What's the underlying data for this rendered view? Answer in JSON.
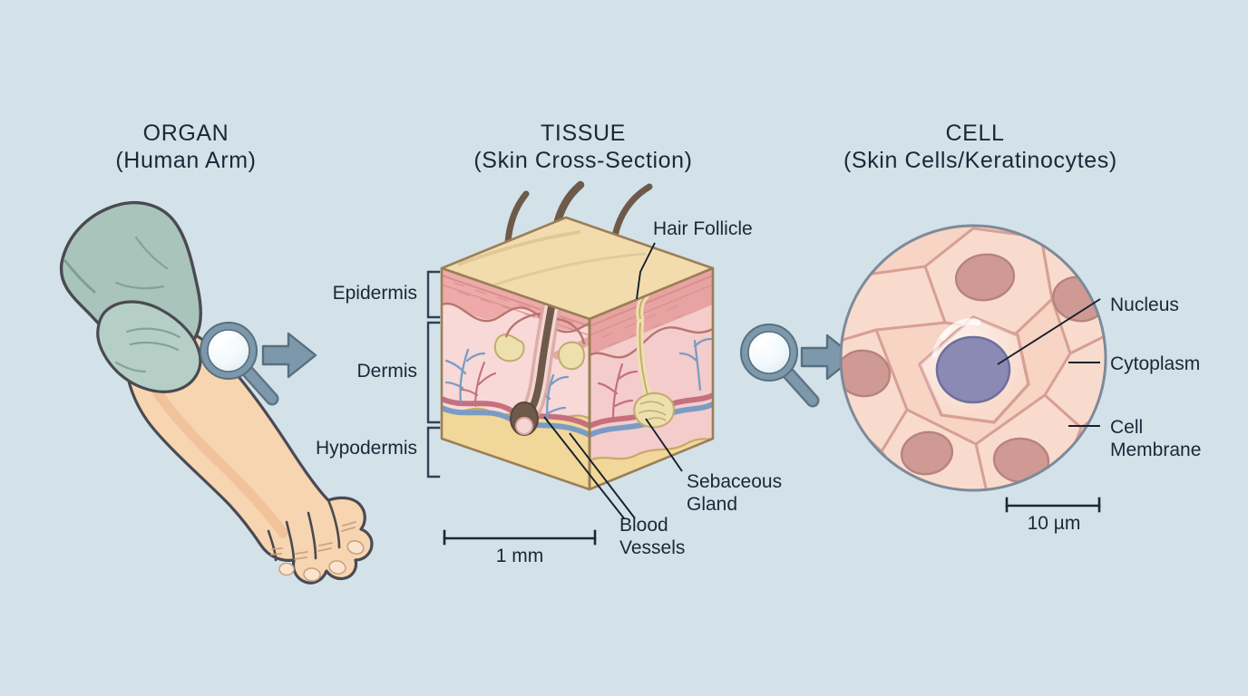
{
  "background_color": "#d3e1e9",
  "text_color": "#1a2838",
  "palette": {
    "sleeve": "#a8c4bb",
    "sleeve_shadow": "#93b2a9",
    "skin": "#f7d5b0",
    "skin_shadow": "#eec096",
    "outline": "#4a4a52",
    "magnifier_ring": "#7d98ab",
    "magnifier_lens": "#eef6f9",
    "arrow": "#7d98ab",
    "block_top": "#f2dcae",
    "epidermis": "#edaaa8",
    "epidermis_line": "#d98f8e",
    "dermis": "#f8d9d8",
    "dermis_side": "#f3cccb",
    "hypodermis": "#f2d79a",
    "hair": "#6e5a4a",
    "vein_blue": "#7a9cc4",
    "artery_red": "#c4707f",
    "gland_yellow": "#eddfae",
    "cell_body": "#f7d4c4",
    "cell_edge": "#d79f96",
    "nucleus_rose": "#cf9a94",
    "nucleus_purple": "#8b8ab5",
    "lens_circle": "#7d8a99"
  },
  "headers": [
    {
      "title": "ORGAN",
      "subtitle": "(Human Arm)"
    },
    {
      "title": "TISSUE",
      "subtitle": "(Skin Cross-Section)"
    },
    {
      "title": "CELL",
      "subtitle": "(Skin Cells/Keratinocytes)"
    }
  ],
  "tissue": {
    "layer_labels": [
      {
        "name": "Epidermis"
      },
      {
        "name": "Dermis"
      },
      {
        "name": "Hypodermis"
      }
    ],
    "callouts": [
      {
        "line1": "Hair Follicle",
        "line2": ""
      },
      {
        "line1": "Sebaceous",
        "line2": "Gland"
      },
      {
        "line1": "Blood",
        "line2": "Vessels"
      }
    ],
    "scale_bar": "1 mm"
  },
  "cell": {
    "callouts": [
      {
        "line1": "Nucleus",
        "line2": ""
      },
      {
        "line1": "Cytoplasm",
        "line2": ""
      },
      {
        "line1": "Cell",
        "line2": "Membrane"
      }
    ],
    "scale_bar": "10 µm"
  },
  "icons": {
    "magnifier_1": "magnifier-icon",
    "magnifier_2": "magnifier-icon",
    "arrow_1": "arrow-right-icon",
    "arrow_2": "arrow-right-icon"
  }
}
